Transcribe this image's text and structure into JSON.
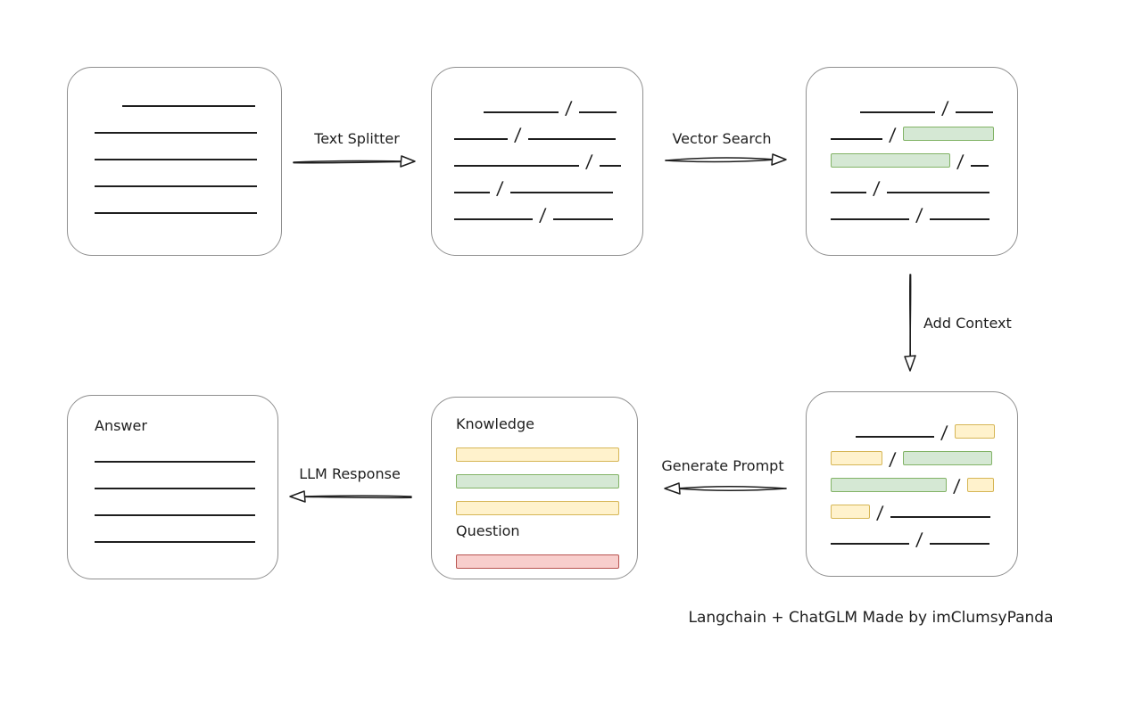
{
  "title": "Langchain + ChatGLM retrieval QA flow diagram",
  "colors": {
    "line": "#1e1e1e",
    "box_border": "#8f8f8f",
    "green_fill": "#d5e8d4",
    "green_border": "#82b366",
    "yellow_fill": "#fff2cc",
    "yellow_border": "#d6b656",
    "red_fill": "#f8cecc",
    "red_border": "#b85450"
  },
  "labels": {
    "text_splitter": "Text Splitter",
    "vector_search": "Vector Search",
    "add_context": "Add Context",
    "generate_prompt": "Generate Prompt",
    "llm_response": "LLM Response",
    "credit": "Langchain + ChatGLM Made by imClumsyPanda"
  },
  "boxes": {
    "document": {
      "description": "source document with plain text lines",
      "rows": [
        {
          "indent": 31,
          "segments": [
            {
              "type": "line",
              "w": 149
            }
          ]
        },
        {
          "segments": [
            {
              "type": "line",
              "w": 182
            }
          ]
        },
        {
          "segments": [
            {
              "type": "line",
              "w": 182
            }
          ]
        },
        {
          "segments": [
            {
              "type": "line",
              "w": 182
            }
          ]
        },
        {
          "segments": [
            {
              "type": "line",
              "w": 182
            }
          ]
        }
      ]
    },
    "chunks": {
      "description": "document split into chunks by text splitter",
      "rows": [
        {
          "indent": 33,
          "segments": [
            {
              "type": "line",
              "w": 84
            },
            {
              "type": "slash"
            },
            {
              "type": "line",
              "w": 42
            }
          ]
        },
        {
          "segments": [
            {
              "type": "line",
              "w": 60
            },
            {
              "type": "slash"
            },
            {
              "type": "line",
              "w": 98
            }
          ]
        },
        {
          "segments": [
            {
              "type": "line",
              "w": 140
            },
            {
              "type": "slash"
            },
            {
              "type": "line",
              "w": 24
            }
          ]
        },
        {
          "segments": [
            {
              "type": "line",
              "w": 40
            },
            {
              "type": "slash"
            },
            {
              "type": "line",
              "w": 115
            }
          ]
        },
        {
          "segments": [
            {
              "type": "line",
              "w": 88
            },
            {
              "type": "slash"
            },
            {
              "type": "line",
              "w": 67
            }
          ]
        }
      ]
    },
    "matched": {
      "description": "chunks with vector-search matches highlighted green",
      "rows": [
        {
          "indent": 33,
          "segments": [
            {
              "type": "line",
              "w": 84
            },
            {
              "type": "slash"
            },
            {
              "type": "line",
              "w": 42
            }
          ]
        },
        {
          "segments": [
            {
              "type": "line",
              "w": 58
            },
            {
              "type": "slash"
            },
            {
              "type": "chip_green",
              "w": 102
            }
          ]
        },
        {
          "segments": [
            {
              "type": "chip_green",
              "w": 134
            },
            {
              "type": "slash"
            },
            {
              "type": "line",
              "w": 20
            }
          ]
        },
        {
          "segments": [
            {
              "type": "line",
              "w": 40
            },
            {
              "type": "slash"
            },
            {
              "type": "line",
              "w": 115
            }
          ]
        },
        {
          "segments": [
            {
              "type": "line",
              "w": 88
            },
            {
              "type": "slash"
            },
            {
              "type": "line",
              "w": 67
            }
          ]
        }
      ]
    },
    "context": {
      "description": "matched chunks plus added context highlighted yellow",
      "rows": [
        {
          "indent": 28,
          "segments": [
            {
              "type": "line",
              "w": 88
            },
            {
              "type": "slash"
            },
            {
              "type": "chip_yellow",
              "w": 45
            }
          ]
        },
        {
          "segments": [
            {
              "type": "chip_yellow",
              "w": 58
            },
            {
              "type": "slash"
            },
            {
              "type": "chip_green",
              "w": 100
            }
          ]
        },
        {
          "segments": [
            {
              "type": "chip_green",
              "w": 130
            },
            {
              "type": "slash"
            },
            {
              "type": "chip_yellow",
              "w": 30
            }
          ]
        },
        {
          "segments": [
            {
              "type": "chip_yellow",
              "w": 44
            },
            {
              "type": "slash"
            },
            {
              "type": "line",
              "w": 112
            }
          ]
        },
        {
          "segments": [
            {
              "type": "line",
              "w": 88
            },
            {
              "type": "slash"
            },
            {
              "type": "line",
              "w": 67
            }
          ]
        }
      ]
    },
    "prompt": {
      "description": "generated prompt with knowledge chunks and question",
      "rows": [
        {
          "segments": [
            {
              "type": "text",
              "value": "Knowledge",
              "name": "knowledge-label"
            }
          ]
        },
        {
          "segments": [
            {
              "type": "chip_yellow",
              "w": 183
            }
          ]
        },
        {
          "segments": [
            {
              "type": "chip_green",
              "w": 183
            }
          ]
        },
        {
          "segments": [
            {
              "type": "chip_yellow",
              "w": 183
            }
          ]
        },
        {
          "segments": [
            {
              "type": "text",
              "value": "Question",
              "name": "question-label"
            }
          ]
        },
        {
          "segments": [
            {
              "type": "chip_red",
              "w": 183
            }
          ]
        }
      ]
    },
    "answer": {
      "description": "LLM answer document",
      "rows": [
        {
          "segments": [
            {
              "type": "text",
              "value": "Answer",
              "name": "answer-label"
            }
          ]
        },
        {
          "segments": [
            {
              "type": "line",
              "w": 180
            }
          ]
        },
        {
          "segments": [
            {
              "type": "line",
              "w": 180
            }
          ]
        },
        {
          "segments": [
            {
              "type": "line",
              "w": 180
            }
          ]
        },
        {
          "segments": [
            {
              "type": "line",
              "w": 180
            }
          ]
        }
      ]
    }
  }
}
